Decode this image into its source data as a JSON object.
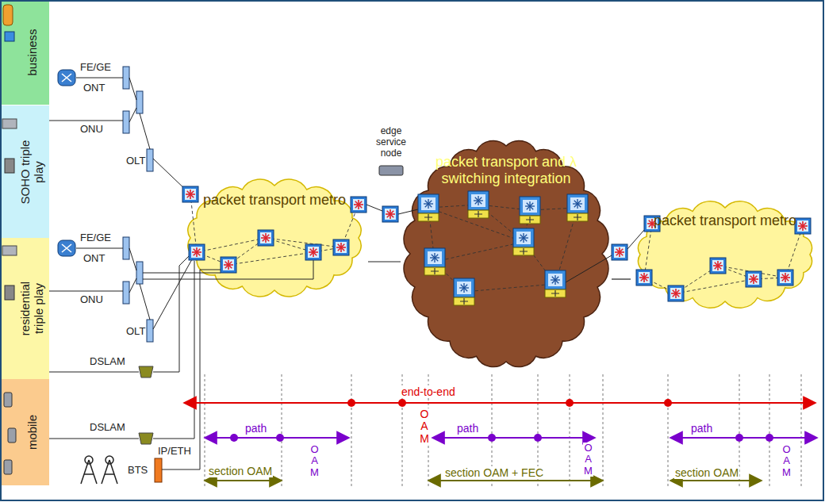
{
  "diagram": {
    "nodes": [
      {
        "text": [
          "business"
        ]
      },
      {
        "text": [
          "SOHO triple play"
        ]
      },
      {
        "text": [
          "residential triple play"
        ]
      },
      {
        "text": [
          "mobile"
        ]
      },
      {
        "text": [
          "packet transport metro"
        ]
      },
      {
        "text": [
          "packet transport and λ switching integration"
        ]
      },
      {
        "text": [
          "packet transport metro"
        ]
      }
    ],
    "edges": [
      {
        "from": 4,
        "to": 5,
        "arrow": "none"
      },
      {
        "from": 5,
        "to": 6,
        "arrow": "none"
      }
    ],
    "labels": [
      "FE/GE",
      "ONT",
      "ONU",
      "OLT",
      "FE/GE",
      "ONT",
      "ONU",
      "OLT",
      "DSLAM",
      "DSLAM",
      "IP/ETH",
      "BTS",
      "edge service node",
      "end-to-end",
      "OAM",
      "path",
      "OAM",
      "section OAM",
      "path",
      "OAM",
      "section OAM + FEC",
      "path",
      "OAM",
      "section OAM"
    ]
  }
}
